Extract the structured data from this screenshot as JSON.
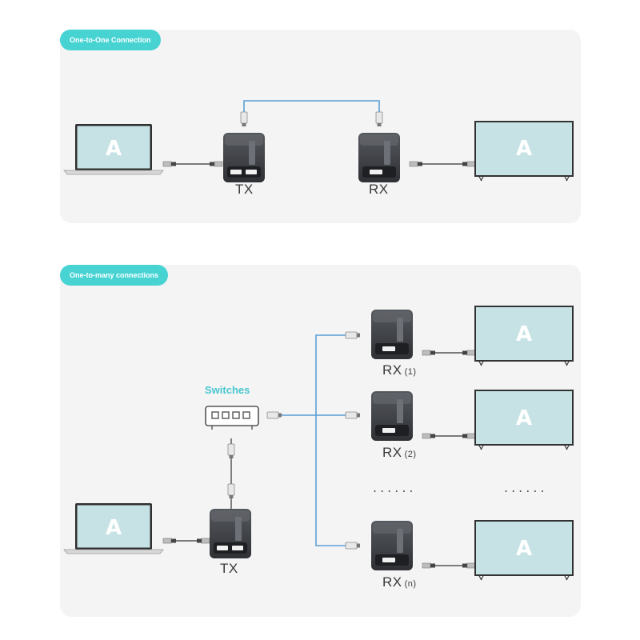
{
  "sections": {
    "one_to_one": {
      "title": "One-to-One Connection"
    },
    "one_to_many": {
      "title": "One-to-many connections"
    }
  },
  "screen_letter": "A",
  "labels": {
    "tx": "TX",
    "rx": "RX",
    "rx1_index": "(1)",
    "rx2_index": "(2)",
    "rxn_index": "(n)",
    "switches": "Switches",
    "ellipsis": "......"
  },
  "colors": {
    "accent": "#48d3d3",
    "cable": "#5a9fd6",
    "screen": "#c6e2e4",
    "device": "#3c3f44"
  }
}
